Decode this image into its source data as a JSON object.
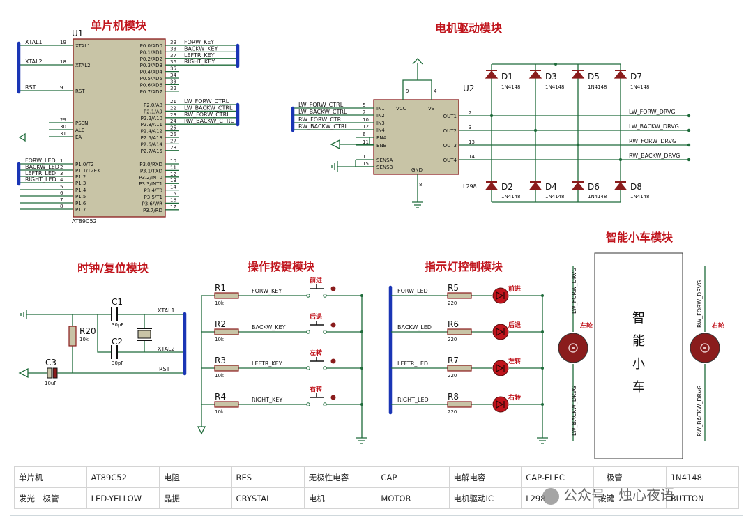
{
  "sections": {
    "mcu": "单片机模块",
    "driver": "电机驱动模块",
    "clock": "时钟/复位模块",
    "keys": "操作按键模块",
    "leds": "指示灯控制模块",
    "car": "智能小车模块"
  },
  "mcu": {
    "ref": "U1",
    "part": "AT89C52",
    "left_pins": [
      {
        "num": "19",
        "name": "XTAL1",
        "net": "XTAL1"
      },
      {
        "num": "18",
        "name": "XTAL2",
        "net": "XTAL2"
      },
      {
        "num": "9",
        "name": "RST",
        "net": "RST"
      },
      {
        "num": "29",
        "name": "PSEN",
        "net": ""
      },
      {
        "num": "30",
        "name": "ALE",
        "net": ""
      },
      {
        "num": "31",
        "name": "EA",
        "net": ""
      },
      {
        "num": "1",
        "name": "P1.0/T2",
        "net": "FORW_LED"
      },
      {
        "num": "2",
        "name": "P1.1/T2EX",
        "net": "BACKW_LED"
      },
      {
        "num": "3",
        "name": "P1.2",
        "net": "LEFTR_LED"
      },
      {
        "num": "4",
        "name": "P1.3",
        "net": "RIGHT_LED"
      },
      {
        "num": "5",
        "name": "P1.4",
        "net": ""
      },
      {
        "num": "6",
        "name": "P1.5",
        "net": ""
      },
      {
        "num": "7",
        "name": "P1.6",
        "net": ""
      },
      {
        "num": "8",
        "name": "P1.7",
        "net": ""
      }
    ],
    "right_pins": [
      {
        "num": "39",
        "name": "P0.0/AD0",
        "net": "FORW_KEY"
      },
      {
        "num": "38",
        "name": "P0.1/AD1",
        "net": "BACKW_KEY"
      },
      {
        "num": "37",
        "name": "P0.2/AD2",
        "net": "LEFTR_KEY"
      },
      {
        "num": "36",
        "name": "P0.3/AD3",
        "net": "RIGHT_KEY"
      },
      {
        "num": "35",
        "name": "P0.4/AD4",
        "net": ""
      },
      {
        "num": "34",
        "name": "P0.5/AD5",
        "net": ""
      },
      {
        "num": "33",
        "name": "P0.6/AD6",
        "net": ""
      },
      {
        "num": "32",
        "name": "P0.7/AD7",
        "net": ""
      },
      {
        "num": "21",
        "name": "P2.0/A8",
        "net": "LW_FORW_CTRL"
      },
      {
        "num": "22",
        "name": "P2.1/A9",
        "net": "LW_BACKW_CTRL"
      },
      {
        "num": "23",
        "name": "P2.2/A10",
        "net": "RW_FORW_CTRL"
      },
      {
        "num": "24",
        "name": "P2.3/A11",
        "net": "RW_BACKW_CTRL"
      },
      {
        "num": "25",
        "name": "P2.4/A12",
        "net": ""
      },
      {
        "num": "26",
        "name": "P2.5/A13",
        "net": ""
      },
      {
        "num": "27",
        "name": "P2.6/A14",
        "net": ""
      },
      {
        "num": "28",
        "name": "P2.7/A15",
        "net": ""
      },
      {
        "num": "10",
        "name": "P3.0/RXD",
        "net": ""
      },
      {
        "num": "11",
        "name": "P3.1/TXD",
        "net": ""
      },
      {
        "num": "12",
        "name": "P3.2/INT0",
        "net": ""
      },
      {
        "num": "13",
        "name": "P3.3/INT1",
        "net": ""
      },
      {
        "num": "14",
        "name": "P3.4/T0",
        "net": ""
      },
      {
        "num": "15",
        "name": "P3.5/T1",
        "net": ""
      },
      {
        "num": "16",
        "name": "P3.6/WR",
        "net": ""
      },
      {
        "num": "17",
        "name": "P3.7/RD",
        "net": ""
      }
    ]
  },
  "driver": {
    "ref": "U2",
    "part": "L298",
    "in_pins": [
      {
        "num": "5",
        "name": "IN1",
        "net": "LW_FORW_CTRL"
      },
      {
        "num": "7",
        "name": "IN2",
        "net": "LW_BACKW_CTRL"
      },
      {
        "num": "10",
        "name": "IN3",
        "net": "RW_FORW_CTRL"
      },
      {
        "num": "12",
        "name": "IN4",
        "net": "RW_BACKW_CTRL"
      },
      {
        "num": "6",
        "name": "ENA",
        "net": ""
      },
      {
        "num": "11",
        "name": "ENB",
        "net": ""
      },
      {
        "num": "1",
        "name": "SENSA",
        "net": ""
      },
      {
        "num": "15",
        "name": "SENSB",
        "net": ""
      }
    ],
    "top_pins": [
      {
        "num": "9",
        "name": "VCC"
      },
      {
        "num": "4",
        "name": "VS"
      }
    ],
    "gnd_pin": {
      "num": "8",
      "name": "GND"
    },
    "out_pins": [
      {
        "num": "2",
        "name": "OUT1",
        "net": "LW_FORW_DRVG"
      },
      {
        "num": "3",
        "name": "OUT2",
        "net": "LW_BACKW_DRVG"
      },
      {
        "num": "13",
        "name": "OUT3",
        "net": "RW_FORW_DRVG"
      },
      {
        "num": "14",
        "name": "OUT4",
        "net": "RW_BACKW_DRVG"
      }
    ],
    "diodes_top": [
      {
        "ref": "D1",
        "part": "1N4148"
      },
      {
        "ref": "D3",
        "part": "1N4148"
      },
      {
        "ref": "D5",
        "part": "1N4148"
      },
      {
        "ref": "D7",
        "part": "1N4148"
      }
    ],
    "diodes_bottom": [
      {
        "ref": "D2",
        "part": "1N4148"
      },
      {
        "ref": "D4",
        "part": "1N4148"
      },
      {
        "ref": "D6",
        "part": "1N4148"
      },
      {
        "ref": "D8",
        "part": "1N4148"
      }
    ]
  },
  "clock": {
    "c1": {
      "ref": "C1",
      "value": "30pF"
    },
    "c2": {
      "ref": "C2",
      "value": "30pF"
    },
    "c3": {
      "ref": "C3",
      "value": "10uF"
    },
    "r20": {
      "ref": "R20",
      "value": "10k"
    },
    "nets": [
      "XTAL1",
      "XTAL2",
      "RST"
    ]
  },
  "keys": [
    {
      "ref": "R1",
      "value": "10k",
      "net": "FORW_KEY",
      "label": "前进"
    },
    {
      "ref": "R2",
      "value": "10k",
      "net": "BACKW_KEY",
      "label": "后退"
    },
    {
      "ref": "R3",
      "value": "10k",
      "net": "LEFTR_KEY",
      "label": "左转"
    },
    {
      "ref": "R4",
      "value": "10k",
      "net": "RIGHT_KEY",
      "label": "右转"
    }
  ],
  "leds": [
    {
      "ref": "R5",
      "value": "220",
      "net": "FORW_LED",
      "label": "前进"
    },
    {
      "ref": "R6",
      "value": "220",
      "net": "BACKW_LED",
      "label": "后退"
    },
    {
      "ref": "R7",
      "value": "220",
      "net": "LEFTR_LED",
      "label": "左转"
    },
    {
      "ref": "R8",
      "value": "220",
      "net": "RIGHT_LED",
      "label": "右转"
    }
  ],
  "car": {
    "body_chars": [
      "智",
      "能",
      "小",
      "车"
    ],
    "left_wheel": {
      "label": "左轮",
      "top_net": "LW_FORW_DRVG",
      "bottom_net": "LW_BACKW_DRVG"
    },
    "right_wheel": {
      "label": "右轮",
      "top_net": "RW_FORW_DRVG",
      "bottom_net": "RW_BACKW_DRVG"
    }
  },
  "bom": [
    [
      "单片机",
      "AT89C52",
      "电阻",
      "RES",
      "无极性电容",
      "CAP",
      "电解电容",
      "CAP-ELEC",
      "二极管",
      "1N4148"
    ],
    [
      "发光二极管",
      "LED-YELLOW",
      "晶振",
      "CRYSTAL",
      "电机",
      "MOTOR",
      "电机驱动IC",
      "L298",
      "按键",
      "BUTTON"
    ]
  ],
  "watermark": "公众号 · 烛心夜语"
}
